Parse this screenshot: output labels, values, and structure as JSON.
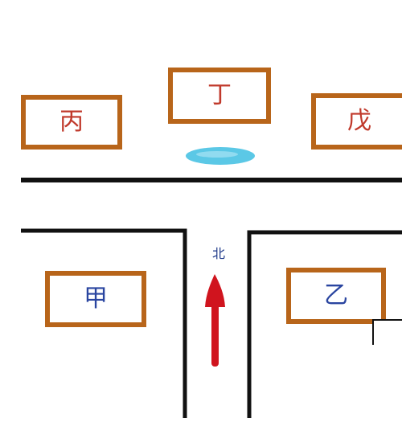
{
  "buildings": {
    "bing": {
      "label": "丙"
    },
    "ding": {
      "label": "丁"
    },
    "wu": {
      "label": "戊"
    },
    "jia": {
      "label": "甲"
    },
    "yi": {
      "label": "乙"
    }
  },
  "compass": {
    "label": "北",
    "icon": "north-arrow-icon",
    "arrow_color": "#d0141e"
  },
  "colors": {
    "box_border": "#b8651a",
    "road_line": "#111111",
    "water": "#5bc8e6",
    "red_label": "#c0392b",
    "blue_label": "#2a45a0"
  }
}
